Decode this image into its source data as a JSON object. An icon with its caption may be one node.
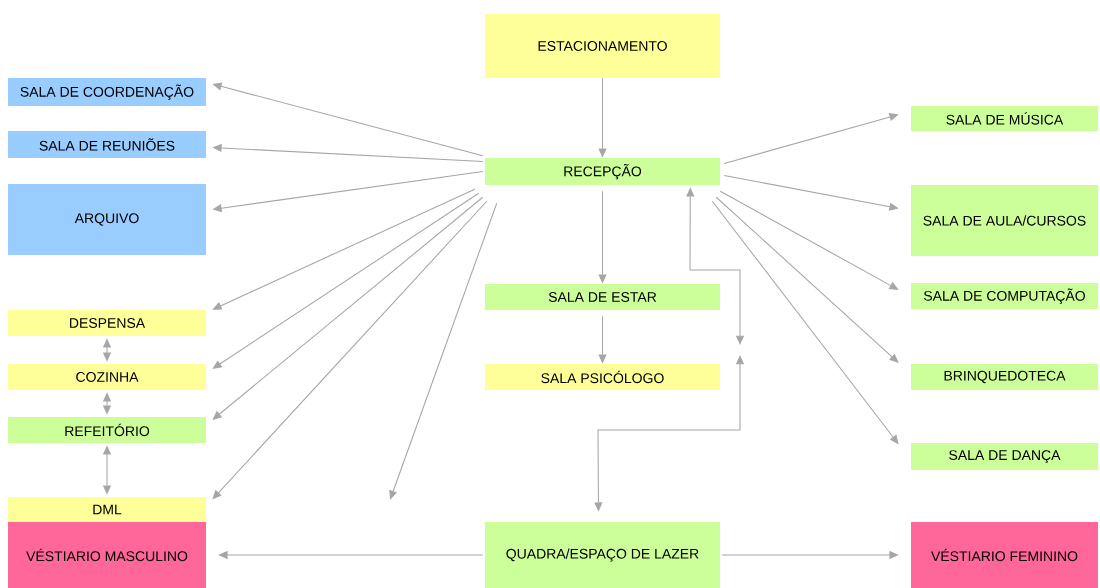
{
  "diagram": {
    "nodes": [
      {
        "text": [
          "ESTACIONAMENTO"
        ]
      },
      {
        "text": [
          "SALA DE COORDENAÇÃO"
        ]
      },
      {
        "text": [
          "SALA DE REUNIÕES"
        ]
      },
      {
        "text": [
          "ARQUIVO"
        ]
      },
      {
        "text": [
          "RECEPÇÃO"
        ]
      },
      {
        "text": [
          "SALA DE MÚSICA"
        ]
      },
      {
        "text": [
          "SALA DE AULA/CURSOS"
        ]
      },
      {
        "text": [
          "SALA DE COMPUTAÇÃO"
        ]
      },
      {
        "text": [
          "DESPENSA"
        ]
      },
      {
        "text": [
          "SALA DE ESTAR"
        ]
      },
      {
        "text": [
          "COZINHA"
        ]
      },
      {
        "text": [
          "SALA PSICÓLOGO"
        ]
      },
      {
        "text": [
          "BRINQUEDOTECA"
        ]
      },
      {
        "text": [
          "REFEITÓRIO"
        ]
      },
      {
        "text": [
          "SALA DE DANÇA"
        ]
      },
      {
        "text": [
          "DML"
        ]
      },
      {
        "text": [
          "VÉSTIARIO MASCULINO"
        ]
      },
      {
        "text": [
          "QUADRA/ESPAÇO DE LAZER"
        ]
      },
      {
        "text": [
          "VÉSTIARIO FEMININO"
        ]
      }
    ],
    "edges": [
      {
        "from": 0,
        "to": 4,
        "arrow": "to"
      },
      {
        "from": 4,
        "to": 1,
        "arrow": "to"
      },
      {
        "from": 4,
        "to": 2,
        "arrow": "to"
      },
      {
        "from": 4,
        "to": 3,
        "arrow": "to"
      },
      {
        "from": 4,
        "to": 5,
        "arrow": "to"
      },
      {
        "from": 4,
        "to": 6,
        "arrow": "to"
      },
      {
        "from": 4,
        "to": 7,
        "arrow": "to"
      },
      {
        "from": 4,
        "to": 9,
        "arrow": "to"
      },
      {
        "from": 4,
        "to": 8,
        "arrow": "to"
      },
      {
        "from": 4,
        "to": 10,
        "arrow": "to"
      },
      {
        "from": 4,
        "to": 13,
        "arrow": "to"
      },
      {
        "from": 4,
        "to": 15,
        "arrow": "to"
      },
      {
        "from": 4,
        "to": null,
        "arrow": "to"
      },
      {
        "from": 4,
        "to": 12,
        "arrow": "to"
      },
      {
        "from": 4,
        "to": 14,
        "arrow": "to"
      },
      {
        "from": 9,
        "to": 11,
        "arrow": "to"
      },
      {
        "from": 8,
        "to": 10,
        "arrow": "both"
      },
      {
        "from": 10,
        "to": 13,
        "arrow": "both"
      },
      {
        "from": 13,
        "to": 15,
        "arrow": "both"
      },
      {
        "from": 4,
        "to": null,
        "arrow": "both"
      },
      {
        "from": null,
        "to": 17,
        "arrow": "both"
      },
      {
        "from": 17,
        "to": 16,
        "arrow": "to"
      },
      {
        "from": 17,
        "to": 18,
        "arrow": "to"
      }
    ]
  }
}
